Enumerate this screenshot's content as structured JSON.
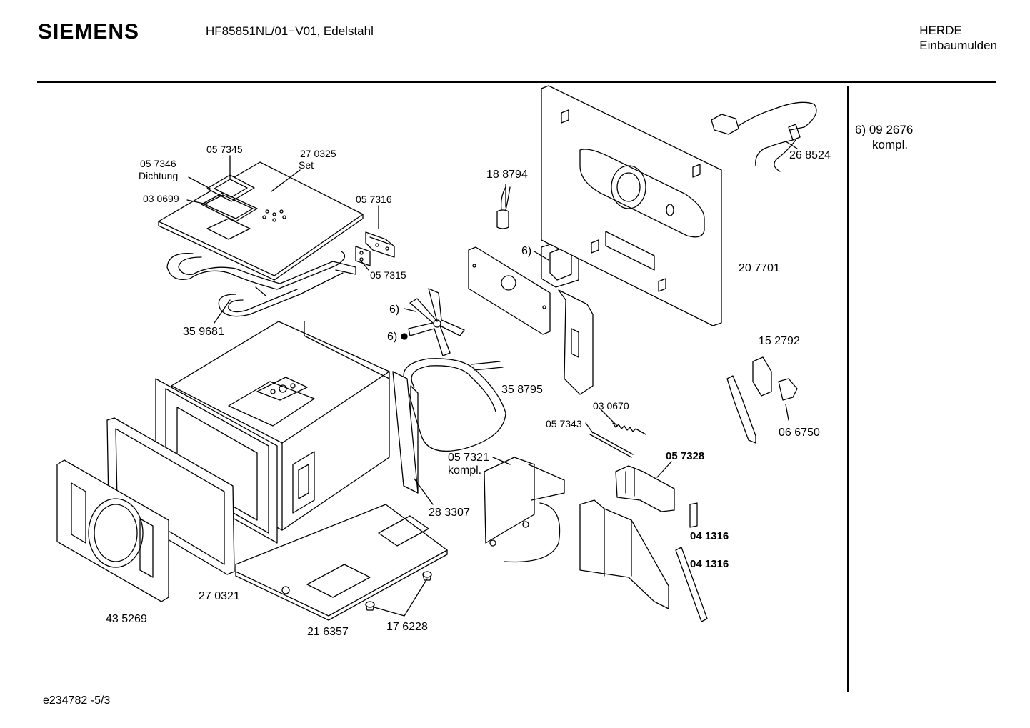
{
  "header": {
    "brand": "SIEMENS",
    "model": "HF85851NL/01−V01, Edelstahl",
    "category_line1": "HERDE",
    "category_line2": "Einbaumulden"
  },
  "side_note": {
    "line1": "6)  09 2676",
    "line2": "kompl."
  },
  "footer": {
    "code": "e234782 -5/3"
  },
  "part_labels": {
    "p057346": "05 7346",
    "dichtung": "Dichtung",
    "p057345": "05 7345",
    "p270325": "27 0325",
    "set": "Set",
    "p030699": "03 0699",
    "p057316": "05 7316",
    "p057315": "05 7315",
    "p359681": "35 9681",
    "p188794": "18  8794",
    "fan6a": "6)",
    "fan6b": "6)",
    "motor6": "6)",
    "p358795": "35 8795",
    "p268524": "26 8524",
    "p207701": "20 7701",
    "p152792": "15 2792",
    "p066750": "06 6750",
    "p030670": "03 0670",
    "p057343": "05 7343",
    "p057321": "05 7321",
    "kompl": "kompl.",
    "p057328": "05 7328",
    "p283307": "28 3307",
    "p041316a": "04 1316",
    "p041316b": "04 1316",
    "p270321": "27 0321",
    "p435269": "43 5269",
    "p216357": "21 6357",
    "p176228": "17 6228"
  }
}
